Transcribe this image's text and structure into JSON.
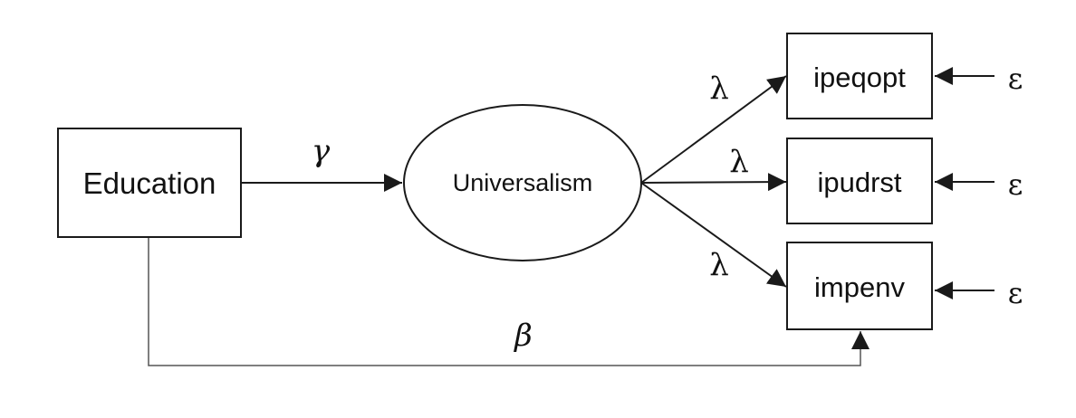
{
  "nodes": {
    "education": "Education",
    "universalism": "Universalism",
    "ipeqopt": "ipeqopt",
    "ipudrst": "ipudrst",
    "impenv": "impenv"
  },
  "paths": {
    "gamma": "γ",
    "beta": "β",
    "lambda_1": "λ",
    "lambda_2": "λ",
    "lambda_3": "λ"
  },
  "errors": {
    "ipeqopt": "ε",
    "ipudrst": "ε",
    "impenv": "ε"
  }
}
